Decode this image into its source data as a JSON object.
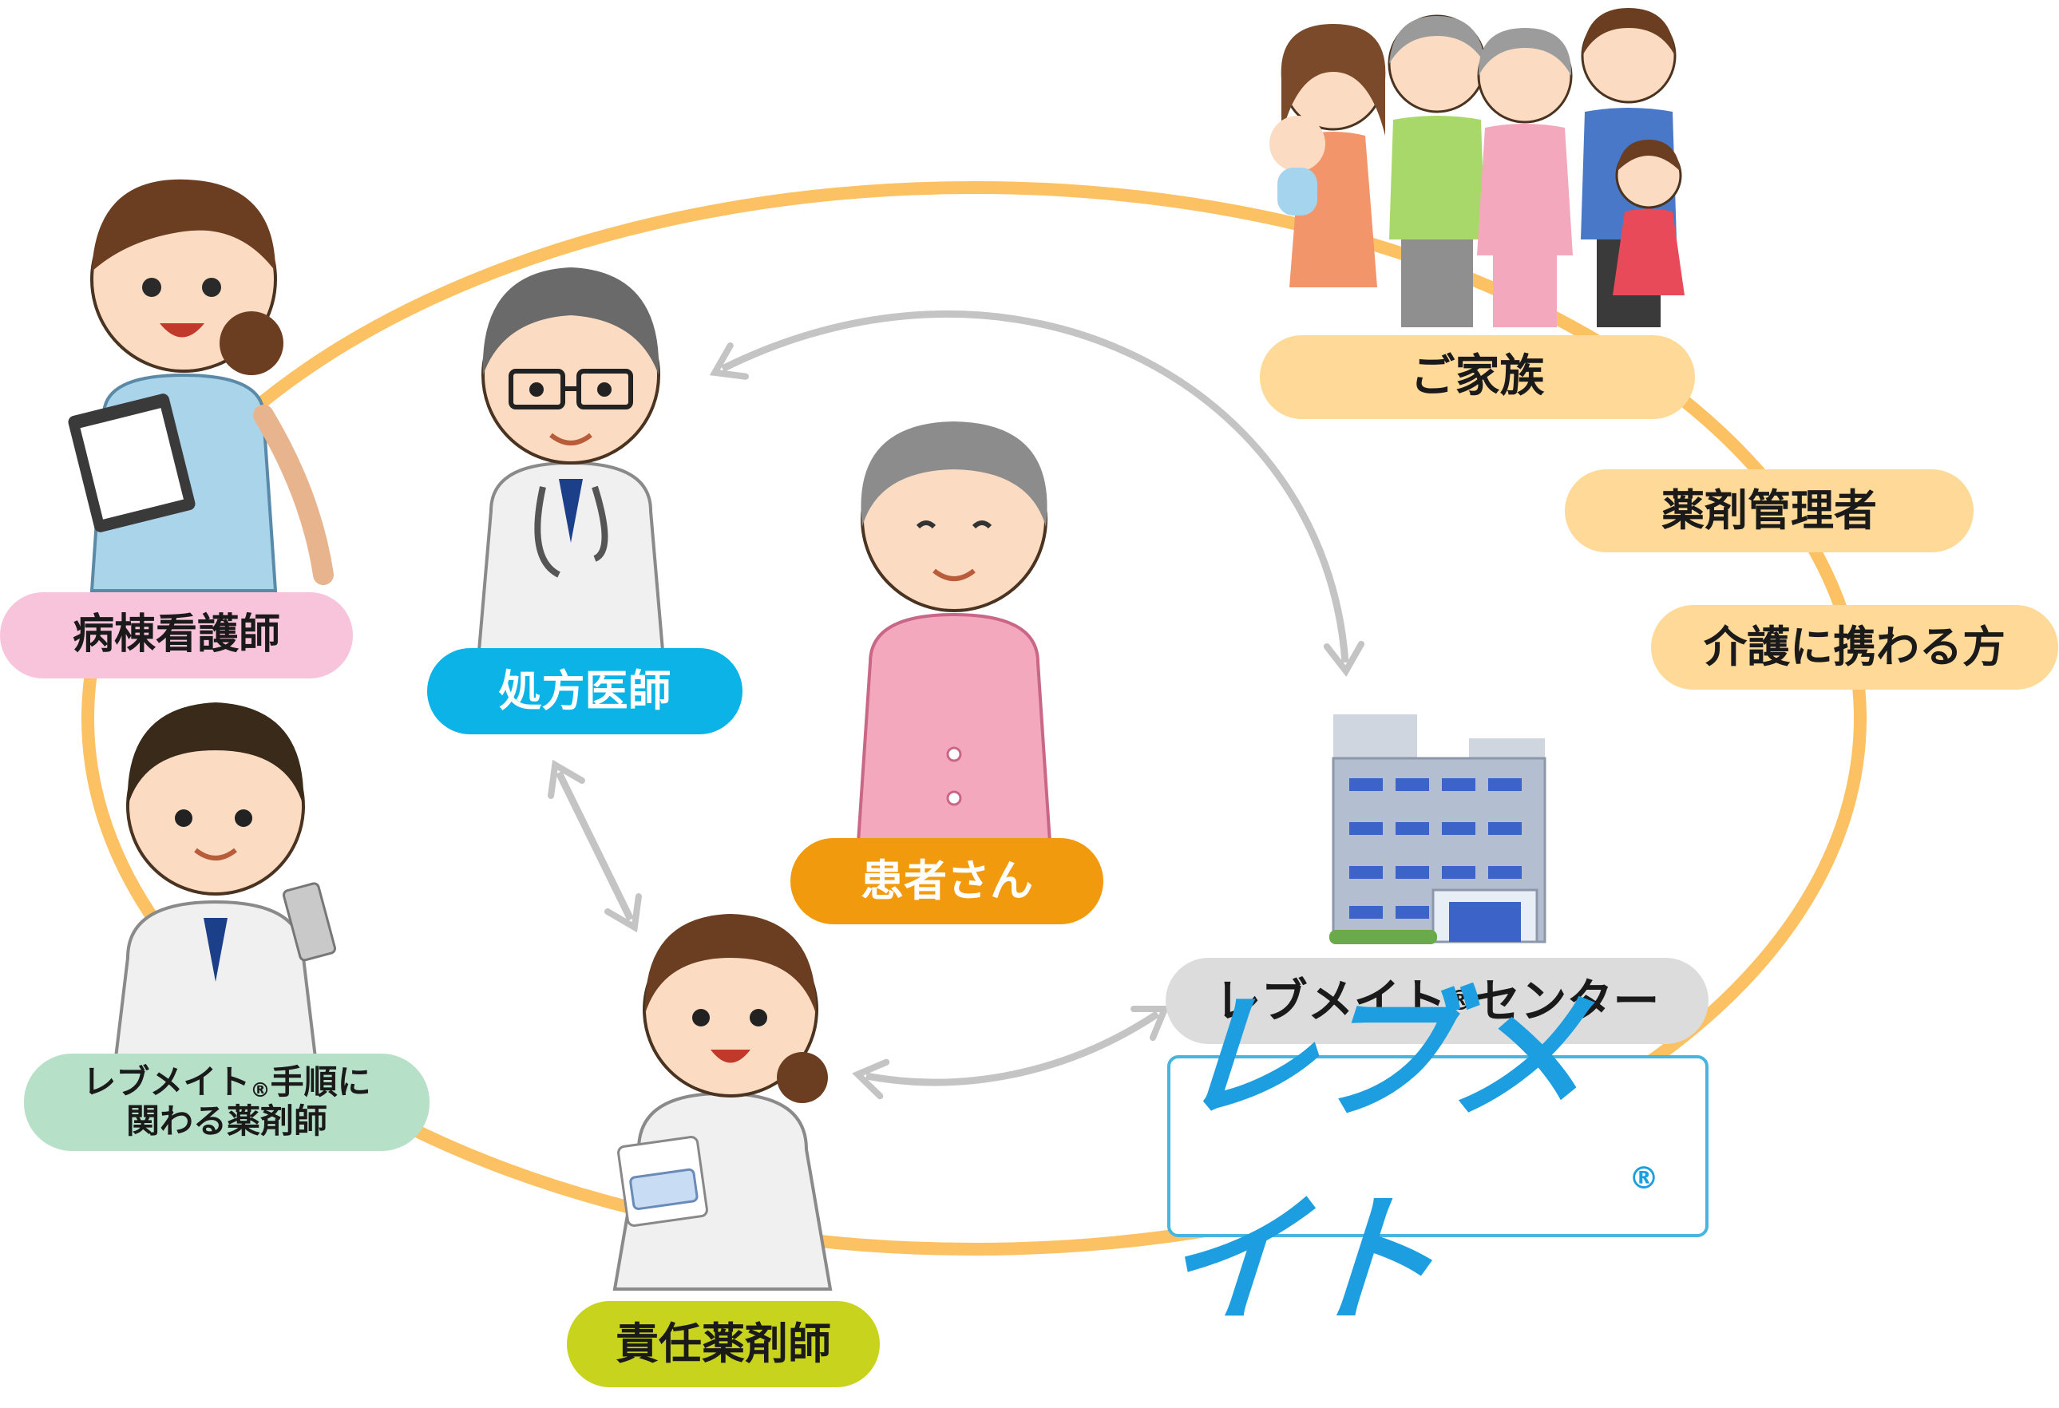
{
  "labels": {
    "nurse": "病棟看護師",
    "doctor": "処方医師",
    "patient": "患者さん",
    "family": "ご家族",
    "manager": "薬剤管理者",
    "care": "介護に携わる方",
    "center_main": "レブメイト",
    "center_mark": "®",
    "center_rest": "センター",
    "rpharm_line1_main": "レブメイト",
    "rpharm_line1_mark": "®",
    "rpharm_line1_rest": "手順に",
    "rpharm_line2": "関わる薬剤師",
    "chief": "責任薬剤師"
  },
  "logo": {
    "text": "レブメイト",
    "mark": "®"
  },
  "colors": {
    "ring": "#fbc162",
    "arrow": "#c4c4c4",
    "nurse": "#f8c4dc",
    "doctor": "#0bb3e6",
    "patient": "#f29a0e",
    "family": "#ffd998",
    "center": "#dcdcdc",
    "rpharm": "#b7e0c9",
    "chief": "#c8d31e",
    "logo": "#1d9ee0"
  }
}
